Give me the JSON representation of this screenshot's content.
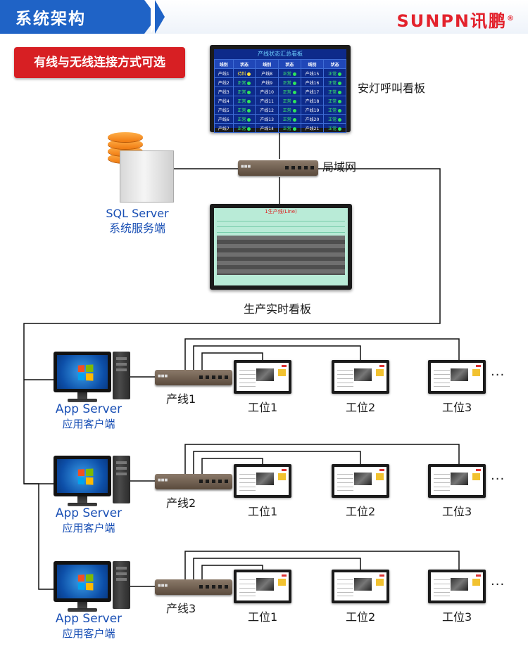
{
  "header": {
    "title": "系统架构",
    "logo_text": "SUNPN讯鹏",
    "logo_reg": "®"
  },
  "tag": "有线与无线连接方式可选",
  "andon": {
    "label": "安灯呼叫看板",
    "screen_title": "产线状态汇总看板",
    "headers": [
      "线别",
      "状态",
      "线别",
      "状态",
      "线别",
      "状态"
    ],
    "rows": [
      [
        "产线1",
        "待料",
        "产线8",
        "正常",
        "产线15",
        "正常"
      ],
      [
        "产线2",
        "正常",
        "产线9",
        "正常",
        "产线16",
        "正常"
      ],
      [
        "产线3",
        "正常",
        "产线10",
        "正常",
        "产线17",
        "正常"
      ],
      [
        "产线4",
        "正常",
        "产线11",
        "正常",
        "产线18",
        "正常"
      ],
      [
        "产线5",
        "正常",
        "产线12",
        "正常",
        "产线19",
        "正常"
      ],
      [
        "产线6",
        "正常",
        "产线13",
        "正常",
        "产线20",
        "正常"
      ],
      [
        "产线7",
        "正常",
        "产线14",
        "正常",
        "产线21",
        "正常"
      ]
    ],
    "warn_status": "待料"
  },
  "lan_label": "局域网",
  "sql": {
    "line1": "SQL Server",
    "line2": "系统服务端"
  },
  "production": {
    "label": "生产实时看板",
    "screen_title": "1生产线(Line)"
  },
  "app_server": {
    "line1": "App Server",
    "line2": "应用客户端"
  },
  "lines": [
    {
      "name": "产线1",
      "stations": [
        "工位1",
        "工位2",
        "工位3"
      ]
    },
    {
      "name": "产线2",
      "stations": [
        "工位1",
        "工位2",
        "工位3"
      ]
    },
    {
      "name": "产线3",
      "stations": [
        "工位1",
        "工位2",
        "工位3"
      ]
    }
  ],
  "ellipsis": "...",
  "colors": {
    "header_blue": "#1f63c6",
    "tag_red": "#d71f23",
    "label_blue": "#1a50b5",
    "logo_red": "#e3222c"
  }
}
